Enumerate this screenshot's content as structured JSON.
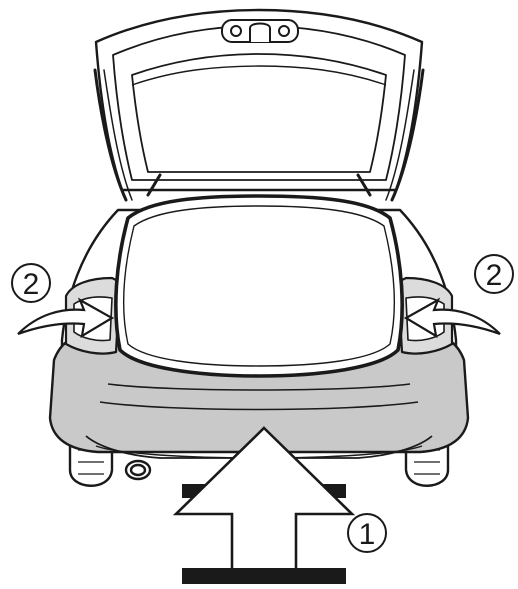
{
  "markers": {
    "one": "1",
    "two_left": "2",
    "two_right": "2"
  },
  "colors": {
    "line": "#1a1a1a",
    "bumper_fill": "#c9c9c9",
    "light_fill": "#dcdcdc",
    "paper": "#ffffff",
    "bar_fill": "#1a1a1a"
  },
  "icons": {
    "push_arrow": "up-arrow-icon",
    "pull_arrow_left": "curved-arrow-icon",
    "pull_arrow_right": "curved-arrow-icon"
  }
}
